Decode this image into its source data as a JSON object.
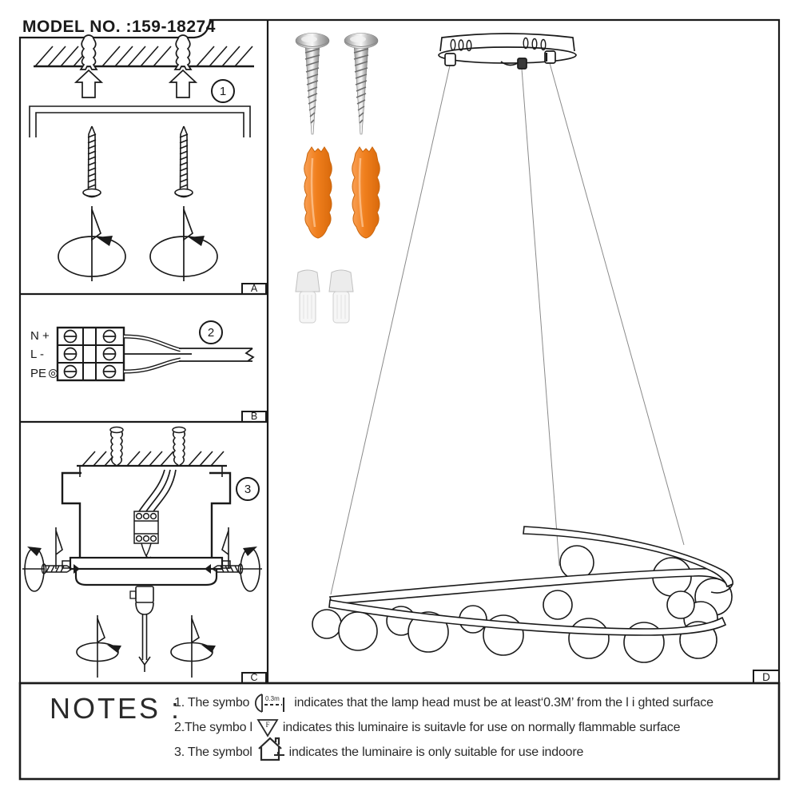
{
  "model": {
    "label": "MODEL NO. :159-18274"
  },
  "steps": [
    {
      "number": "1",
      "panel_letter": "A"
    },
    {
      "number": "2",
      "panel_letter": "B"
    },
    {
      "number": "3",
      "panel_letter": "C"
    }
  ],
  "panel_d": {
    "letter": "D"
  },
  "wiring": {
    "terminals": [
      "N +",
      "L -",
      "PE"
    ]
  },
  "hardware_parts": [
    {
      "name": "mounting-screw",
      "quantity": 2
    },
    {
      "name": "wall-plug-anchor",
      "quantity": 2
    },
    {
      "name": "wire-connector-cap",
      "quantity": 2
    }
  ],
  "notes": {
    "heading": "NOTES :",
    "distance_label": "0.3m",
    "triangle_letter": "F",
    "items": [
      {
        "prefix": "1. The symbo",
        "icon": "distance-0-3m-icon",
        "suffix": "indicates that the lamp head must be at least‘0.3M’ from the l i ghted surface"
      },
      {
        "prefix": "2.The symbo l",
        "icon": "f-triangle-icon",
        "suffix": "indicates this luminaire is suitavle for use on normally flammable surface"
      },
      {
        "prefix": "3. The symbol",
        "icon": "house-indoor-icon",
        "suffix": "indicates the luminaire is only suitable for use indoore"
      }
    ]
  },
  "colors": {
    "line": "#1a1a1a",
    "anchor_orange": "#f07f1d",
    "metal_gray": "#c6c6c6",
    "wire_nut_white": "#f2f2f2"
  }
}
